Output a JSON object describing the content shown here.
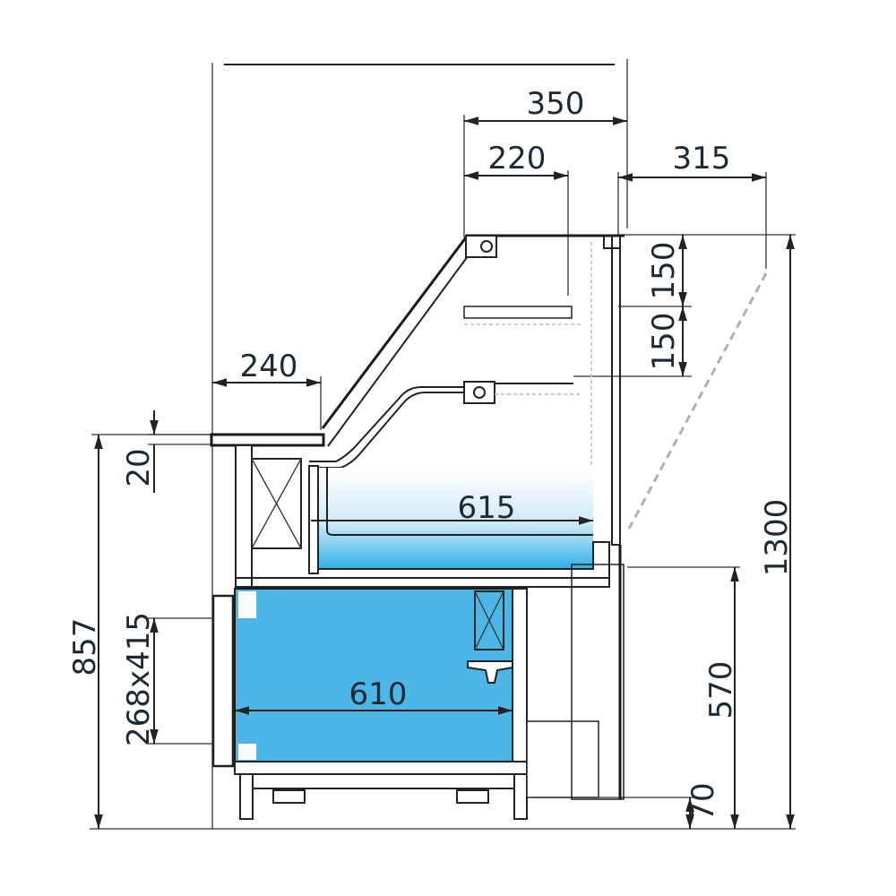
{
  "drawing": {
    "type": "refrigerated display counter side section",
    "colors": {
      "line": "#1a1a1a",
      "storage_fill": "#4db6e6",
      "well_gradient_top": "#ffffff",
      "well_gradient_bottom": "#2fb0e8",
      "dashed_glass": "#b0b0b0"
    },
    "dimensions": {
      "top_depth": "350",
      "shelf_depth": "220",
      "front_glass_offset": "315",
      "shelf_spacing_upper": "150",
      "shelf_spacing_lower": "150",
      "work_top_depth": "240",
      "work_top_thickness": "20",
      "well_depth": "615",
      "counter_height": "857",
      "door_size": "268x415",
      "storage_depth": "610",
      "well_floor_height": "570",
      "plinth_height": "70",
      "total_height": "1300"
    }
  }
}
